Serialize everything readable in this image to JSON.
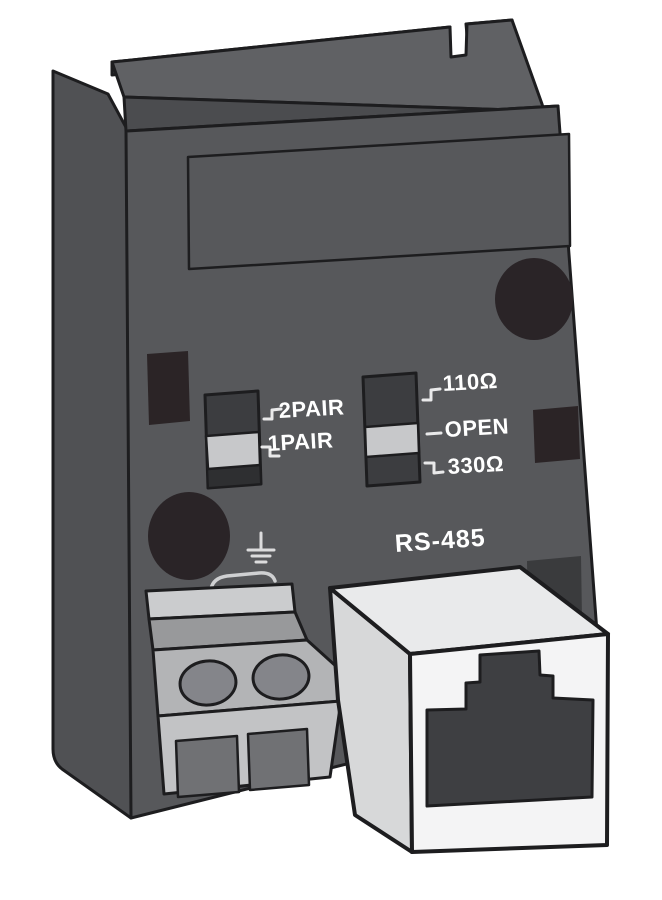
{
  "page": {
    "background_color": "#ffffff",
    "description": "Rear view illustration of an RS-485 option module with selector switches, earth ground terminal and RJ45 jack"
  },
  "module": {
    "body_color": "#57585b",
    "labels": {
      "pair_top": "2PAIR",
      "pair_bottom": "1PAIR",
      "term_top": "110Ω",
      "term_mid": "OPEN",
      "term_bottom": "330Ω",
      "port": "RS-485"
    },
    "switches": [
      {
        "name": "pair-select-switch",
        "options": [
          "2PAIR",
          "1PAIR"
        ],
        "selected": "1PAIR"
      },
      {
        "name": "termination-switch",
        "options": [
          "110Ω",
          "OPEN",
          "330Ω"
        ],
        "selected": "OPEN"
      }
    ],
    "connectors": [
      {
        "type": "screw-terminal-block",
        "positions": 2
      },
      {
        "type": "rj45-jack",
        "label": "RS-485"
      }
    ],
    "symbols": [
      {
        "name": "earth-ground-symbol"
      }
    ],
    "accent_colors": {
      "knob": "#c7c8ca",
      "hole": "#2a2427",
      "jack_face": "#f4f4f5",
      "jack_opening": "#3e3f42"
    }
  }
}
